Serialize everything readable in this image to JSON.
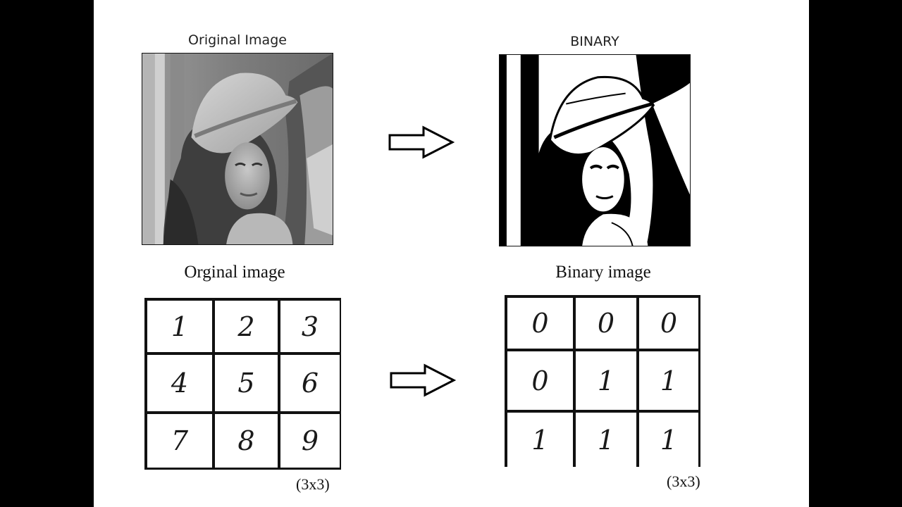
{
  "top_left_title": "Original Image",
  "top_right_title": "BINARY",
  "bottom_left_title": "Orginal image",
  "bottom_right_title": "Binary image",
  "original_matrix": [
    [
      "1",
      "2",
      "3"
    ],
    [
      "4",
      "5",
      "6"
    ],
    [
      "7",
      "8",
      "9"
    ]
  ],
  "binary_matrix": [
    [
      "0",
      "0",
      "0"
    ],
    [
      "0",
      "1",
      "1"
    ],
    [
      "1",
      "1",
      "1"
    ]
  ],
  "left_size_label": "(3x3)",
  "right_size_label": "(3x3)"
}
